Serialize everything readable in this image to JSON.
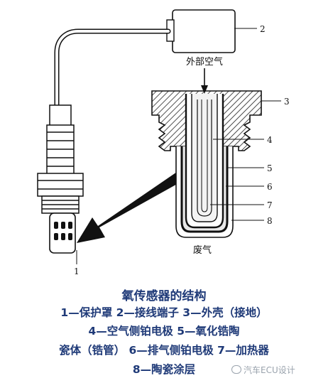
{
  "diagram": {
    "callouts": {
      "n1": "1",
      "n2": "2",
      "n3": "3",
      "n4": "4",
      "n5": "5",
      "n6": "6",
      "n7": "7",
      "n8": "8"
    },
    "outside_air_label": "外部空气",
    "exhaust_label": "废气"
  },
  "caption": {
    "title": "氧传感器的结构",
    "lines": [
      "1—保护罩  2—接线端子  3—外壳（接地）",
      "4—空气侧铂电极  5—氧化锆陶",
      "瓷体（锆管）  6—排气侧铂电极  7—加热器",
      "8—陶瓷涂层"
    ]
  },
  "watermark": "汽车ECU设计"
}
